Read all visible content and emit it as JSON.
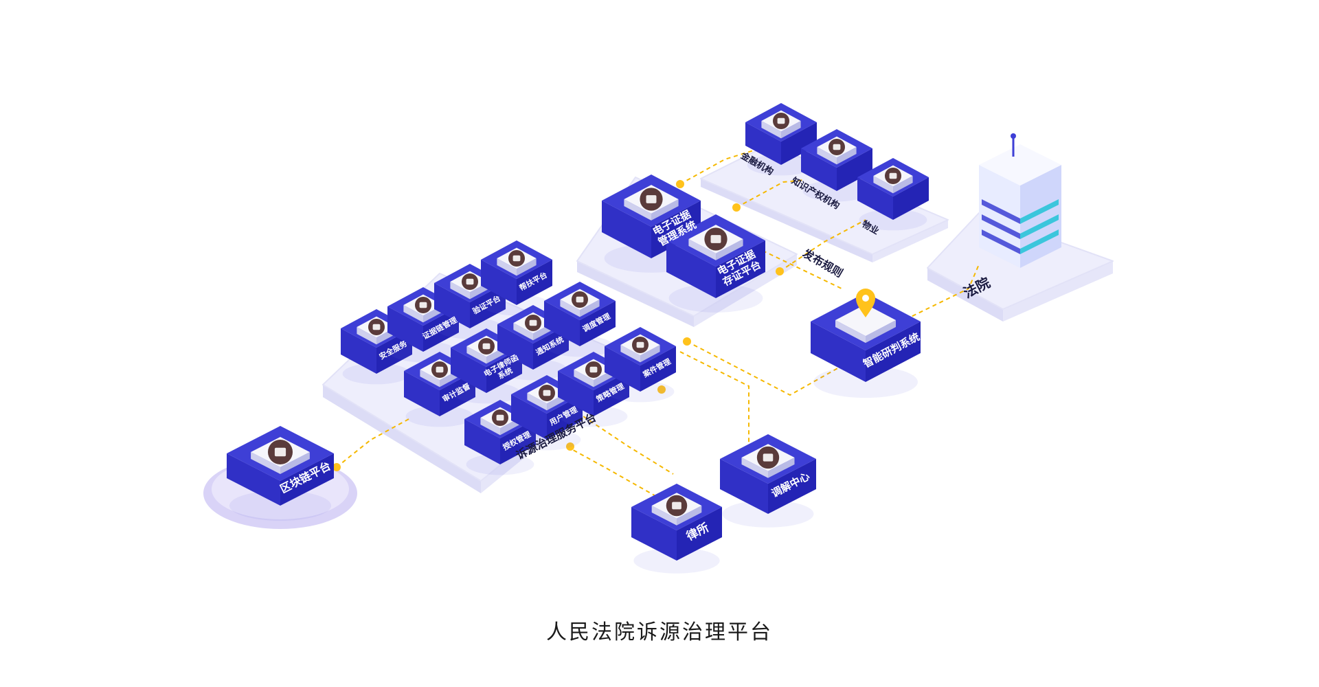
{
  "caption": "人民法院诉源治理平台",
  "colors": {
    "block_top": "#3e3fd6",
    "block_side": "#2424b5",
    "block_front": "#3030c6",
    "block_bottom_glow": "#f0f0ff",
    "platform": "#eeeefc",
    "connector": "#f5b800",
    "icon_tile": "#f6f6fb",
    "icon_glyph": "#5a3b3b",
    "marker": "#ffc21c"
  },
  "nodes": {
    "blockchain": {
      "label": "区块链平台",
      "icon": "settings-sliders-icon"
    },
    "service_platform": {
      "label": "诉源治理服务平台"
    },
    "service_modules": [
      {
        "label": "安全服务",
        "icon": "building-icon"
      },
      {
        "label": "证据链管理",
        "icon": "globe-icon"
      },
      {
        "label": "验证平台",
        "icon": "document-icon"
      },
      {
        "label": "帮扶平台",
        "icon": "phone-icon"
      },
      {
        "label": "审计监督",
        "icon": "book-icon"
      },
      {
        "label": "电子律师函\n系统",
        "icon": "package-icon"
      },
      {
        "label": "通知系统",
        "icon": "tablet-icon"
      },
      {
        "label": "调度管理",
        "icon": "calendar-icon"
      },
      {
        "label": "授权管理",
        "icon": "table-icon"
      },
      {
        "label": "用户管理",
        "icon": "list-icon"
      },
      {
        "label": "策略管理",
        "icon": "screen-icon"
      },
      {
        "label": "案件管理",
        "icon": "folder-icon"
      }
    ],
    "evidence_mgmt": {
      "label": "电子证据\n管理系统",
      "icon": "briefcase-icon"
    },
    "evidence_store": {
      "label": "电子证据\n存证平台",
      "icon": "house-icon"
    },
    "finance": {
      "label": "金融机构",
      "icon": "yuan-icon"
    },
    "ip_org": {
      "label": "知识产权机构",
      "icon": "grid-icon"
    },
    "property": {
      "label": "物业",
      "icon": "lock-icon"
    },
    "release_rules": {
      "label": "发布规则"
    },
    "smart_judgment": {
      "label": "智能研判系统",
      "icon": "location-pin-icon"
    },
    "court": {
      "label": "法院",
      "icon": "court-building-icon"
    },
    "mediation": {
      "label": "调解中心",
      "icon": "person-icon"
    },
    "law_firm": {
      "label": "律所",
      "icon": "lawyer-icon"
    }
  }
}
